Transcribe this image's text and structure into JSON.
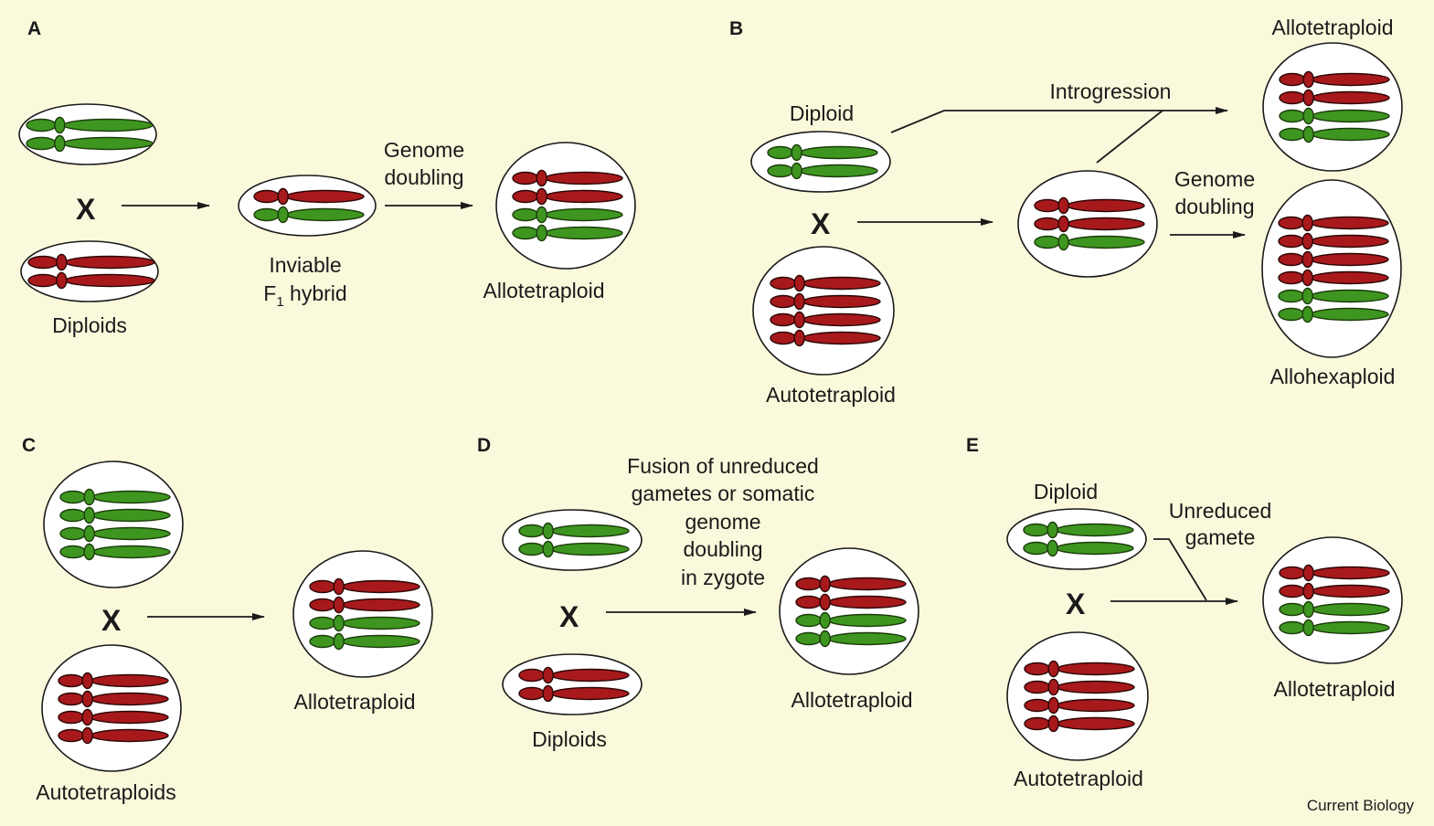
{
  "figure": {
    "credit": "Current Biology",
    "colors": {
      "background": "#fbf9dc",
      "genome_red": "#a8191c",
      "genome_green": "#3e9620",
      "cell_fill": "#ffffff",
      "line": "#1a1a1a"
    },
    "cross_symbol": "X"
  },
  "panels": {
    "A": {
      "letter": "A",
      "parents_label": "Diploids",
      "parent_top": [
        "green",
        "green"
      ],
      "parent_bottom": [
        "red",
        "red"
      ],
      "hybrid_label_line1": "Inviable",
      "hybrid_label_line2_prefix": "F",
      "hybrid_label_line2_sub": "1",
      "hybrid_label_line2_suffix": " hybrid",
      "hybrid": [
        "red",
        "green"
      ],
      "step_label_line1": "Genome",
      "step_label_line2": "doubling",
      "product_label": "Allotetraploid",
      "product": [
        "red",
        "red",
        "green",
        "green"
      ]
    },
    "B": {
      "letter": "B",
      "parent_top_label": "Diploid",
      "parent_top": [
        "green",
        "green"
      ],
      "parent_bottom_label": "Autotetraploid",
      "parent_bottom": [
        "red",
        "red",
        "red",
        "red"
      ],
      "hybrid": [
        "red",
        "red",
        "green"
      ],
      "introgression_label": "Introgression",
      "doubling_label_line1": "Genome",
      "doubling_label_line2": "doubling",
      "product_top_label": "Allotetraploid",
      "product_top": [
        "red",
        "red",
        "green",
        "green"
      ],
      "product_bottom_label": "Allohexaploid",
      "product_bottom": [
        "red",
        "red",
        "red",
        "red",
        "green",
        "green"
      ]
    },
    "C": {
      "letter": "C",
      "parents_label": "Autotetraploids",
      "parent_top": [
        "green",
        "green",
        "green",
        "green"
      ],
      "parent_bottom": [
        "red",
        "red",
        "red",
        "red"
      ],
      "product_label": "Allotetraploid",
      "product": [
        "red",
        "red",
        "green",
        "green"
      ]
    },
    "D": {
      "letter": "D",
      "parents_label": "Diploids",
      "parent_top": [
        "green",
        "green"
      ],
      "parent_bottom": [
        "red",
        "red"
      ],
      "mechanism_lines": [
        "Fusion of unreduced",
        "gametes or somatic",
        "genome",
        "doubling",
        "in zygote"
      ],
      "product_label": "Allotetraploid",
      "product": [
        "red",
        "red",
        "green",
        "green"
      ]
    },
    "E": {
      "letter": "E",
      "parent_top_label": "Diploid",
      "parent_top": [
        "green",
        "green"
      ],
      "parent_bottom_label": "Autotetraploid",
      "parent_bottom": [
        "red",
        "red",
        "red",
        "red"
      ],
      "gamete_label_line1": "Unreduced",
      "gamete_label_line2": "gamete",
      "product_label": "Allotetraploid",
      "product": [
        "red",
        "red",
        "green",
        "green"
      ]
    }
  }
}
